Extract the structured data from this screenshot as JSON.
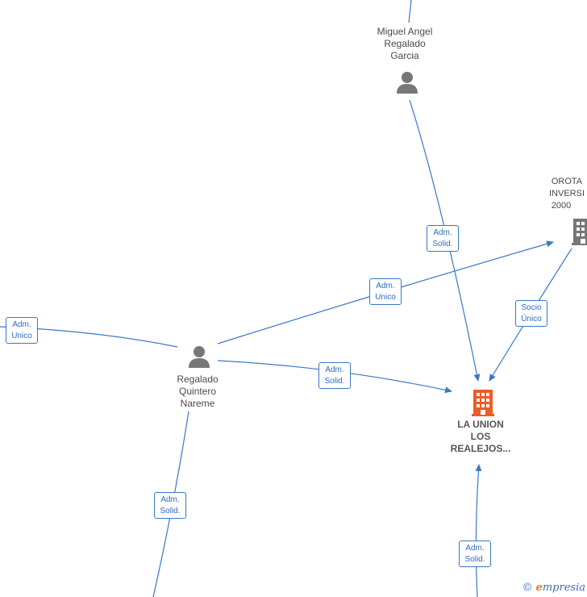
{
  "colors": {
    "edge": "#3a78c8",
    "person": "#777777",
    "company_focus": "#f05a28",
    "company": "#777777"
  },
  "nodes": {
    "miguel": {
      "lines": [
        "Miguel Angel",
        "Regalado",
        "Garcia"
      ],
      "icon": "person-icon"
    },
    "regalado": {
      "lines": [
        "Regalado",
        "Quintero",
        "Nareme"
      ],
      "icon": "person-icon"
    },
    "orotava": {
      "lines": [
        "OROTA",
        "INVERSI",
        "2000"
      ],
      "icon": "building-icon"
    },
    "launion": {
      "lines": [
        "LA UNION",
        "LOS",
        "REALEJOS..."
      ],
      "icon": "building-icon"
    }
  },
  "edges": {
    "e1": {
      "l1": "Adm.",
      "l2": "Solid."
    },
    "e2": {
      "l1": "Adm.",
      "l2": "Unico"
    },
    "e3": {
      "l1": "Socio",
      "l2": "Único"
    },
    "e4": {
      "l1": "Adm.",
      "l2": "Unico"
    },
    "e5": {
      "l1": "Adm.",
      "l2": "Solid."
    },
    "e6": {
      "l1": "Adm.",
      "l2": "Solid."
    },
    "e7": {
      "l1": "Adm.",
      "l2": "Solid."
    }
  },
  "watermark": {
    "copyright": "©",
    "brand_first": "e",
    "brand_rest": "mpresia"
  }
}
